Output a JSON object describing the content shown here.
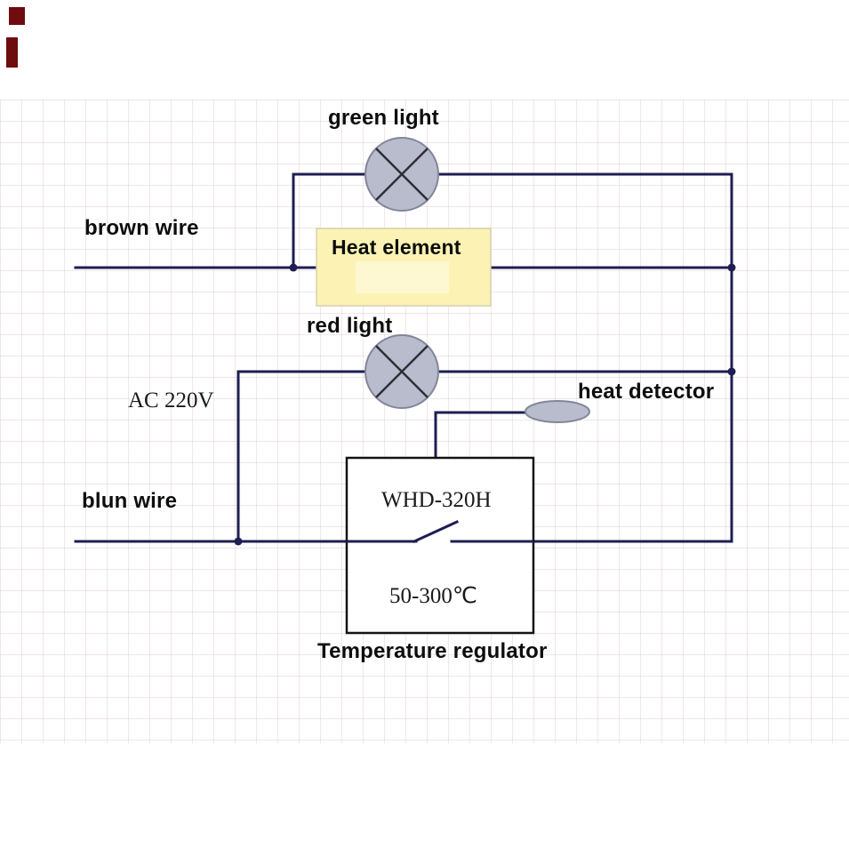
{
  "labels": {
    "green_light": "green light",
    "brown_wire": "brown wire",
    "heat_element": "Heat element",
    "red_light": "red light",
    "ac_voltage": "AC 220V",
    "heat_detector": "heat detector",
    "blue_wire": "blun wire",
    "regulator_model": "WHD-320H",
    "temp_range": "50-300℃",
    "regulator_caption": "Temperature regulator"
  },
  "colors": {
    "wire": "#1e1e52",
    "lamp_fill": "#b8bccd",
    "lamp_stroke": "#82869a",
    "heat_element_fill": "#fbf2b4",
    "regulator_border": "#141414",
    "grid_line": "#e9d6d6",
    "corner_mark": "#6d0d0d"
  }
}
